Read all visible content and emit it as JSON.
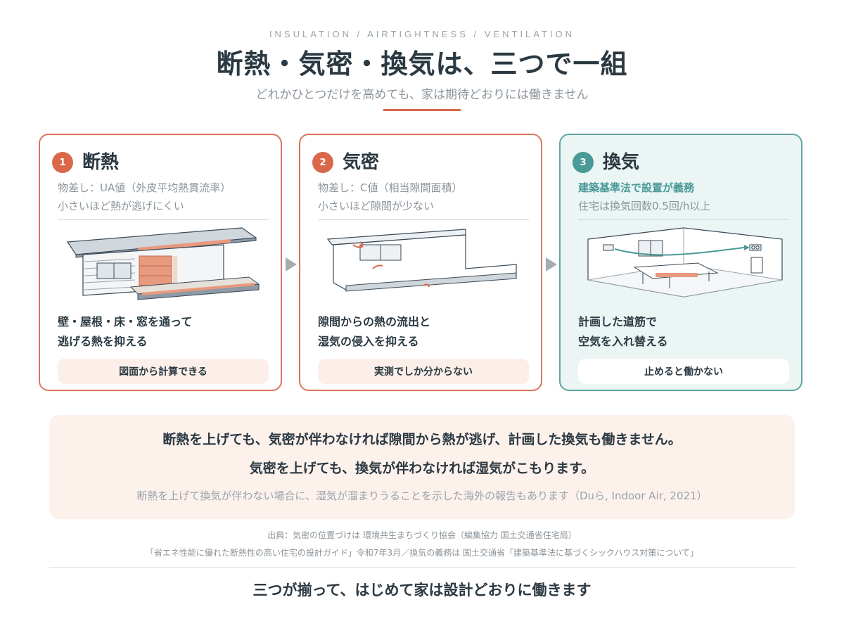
{
  "header": {
    "eyebrow": "INSULATION / AIRTIGHTNESS / VENTILATION",
    "title": "断熱・気密・換気は、三つで一組",
    "subtitle": "どれかひとつだけを高めても、家は期待どおりには働きません"
  },
  "cards": [
    {
      "number": "1",
      "title": "断熱",
      "meta1": "物差し：UA値（外皮平均熱貫流率）",
      "meta2": "小さいほど熱が逃げにくい",
      "body1": "壁・屋根・床・窓を通って",
      "body2": "逃げる熱を抑える",
      "pill": "図面から計算できる"
    },
    {
      "number": "2",
      "title": "気密",
      "meta1": "物差し：C値（相当隙間面積）",
      "meta2": "小さいほど隙間が少ない",
      "body1": "隙間からの熱の流出と",
      "body2": "湿気の侵入を抑える",
      "pill": "実測でしか分からない"
    },
    {
      "number": "3",
      "title": "換気",
      "meta1": "建築基準法で設置が義務",
      "meta2": "住宅は換気回数0.5回/h以上",
      "body1": "計画した道筋で",
      "body2": "空気を入れ替える",
      "pill": "止めると働かない"
    }
  ],
  "note": {
    "line1": "断熱を上げても、気密が伴わなければ隙間から熱が逃げ、計画した換気も働きません。",
    "line2": "気密を上げても、換気が伴わなければ湿気がこもります。",
    "line3": "断熱を上げて換気が伴わない場合に、湿気が溜まりうることを示した海外の報告もあります（Duら, Indoor Air, 2021）"
  },
  "sources": {
    "line1": "出典：気密の位置づけは 環境共生まちづくり協会（編集協力 国土交通省住宅局）",
    "line2": "「省エネ性能に優れた断熱性の高い住宅の設計ガイド」令和7年3月／換気の義務は 国土交通省「建築基準法に基づくシックハウス対策について」"
  },
  "closing": "三つが揃って、はじめて家は設計どおりに働きます",
  "colors": {
    "accent": "#d9684b",
    "teal": "#4a9a98",
    "text": "#2b3942",
    "muted": "#8b949b"
  }
}
